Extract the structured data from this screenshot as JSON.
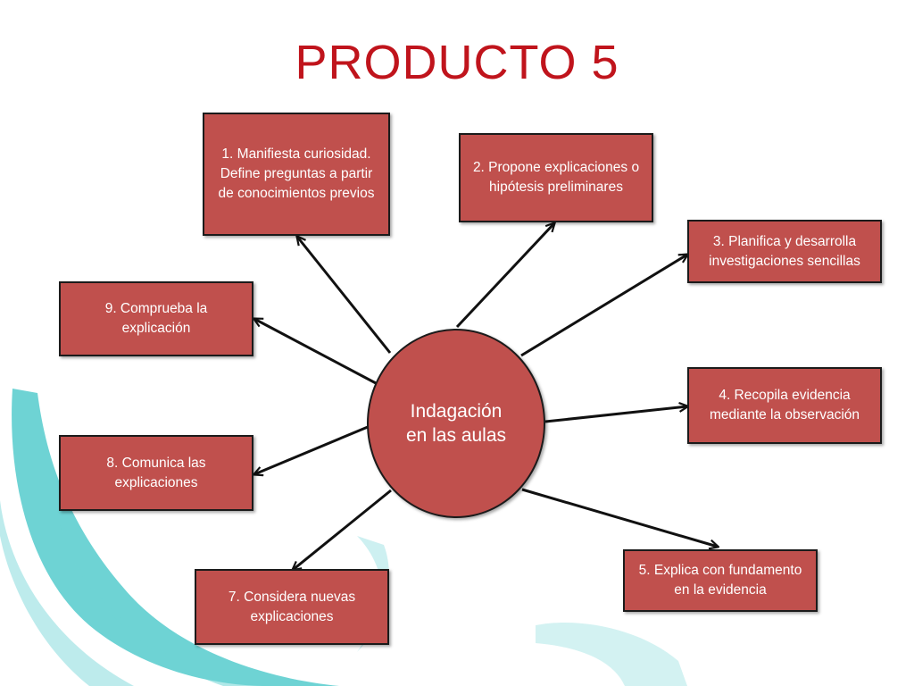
{
  "title": "PRODUCTO 5",
  "center": "Indagación en las aulas",
  "steps": [
    "1. Manifiesta curiosidad. Define preguntas a partir de conocimientos previos",
    "2. Propone explicaciones o hipótesis preliminares",
    "3. Planifica y desarrolla investigaciones sencillas",
    "4. Recopila evidencia mediante la observación",
    "5. Explica  con fundamento en la evidencia",
    "7. Considera nuevas explicaciones",
    "8. Comunica las explicaciones",
    "9. Comprueba la explicación"
  ],
  "colors": {
    "title": "#c0141c",
    "box_fill": "#c0504d",
    "outline": "#1b1b1b",
    "watermark": "#5ecfd0"
  }
}
